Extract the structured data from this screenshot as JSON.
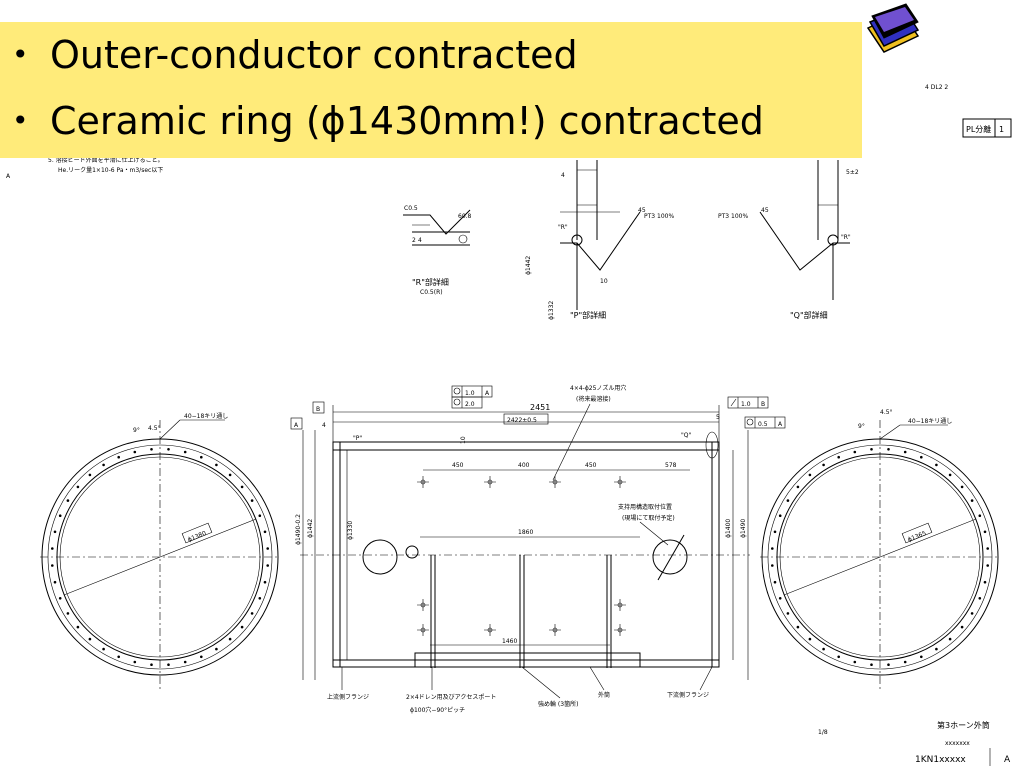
{
  "slide": {
    "bullets": [
      "Outer-conductor contracted",
      "Ceramic ring (ϕ1430mm!) contracted"
    ]
  },
  "drawing": {
    "header_right": "4 DL2     2",
    "pl_label": "PL分離",
    "pl_value": "1",
    "title_block": {
      "title": "第3ホーン外筒",
      "subtitle": "xxxxxxx",
      "number": "1KN1xxxxx",
      "sheet": "A",
      "scale": "1/8"
    },
    "left_notes": [
      "5. 溶接ビード外面を平滑に仕上げること。",
      "He.リーク量1×10-6 Pa・m3/sec以下"
    ],
    "details": {
      "R": "\"R\"部詳細",
      "P": "\"P\"部詳細",
      "Q": "\"Q\"部詳細",
      "pt3": "PT3 100%",
      "dims": [
        "C0.5",
        "60.8",
        "4",
        "5±2",
        "10",
        "ϕ1442",
        "ϕ1332",
        "\"R\""
      ]
    },
    "flange_left": {
      "dia": "ϕ1380",
      "note": "40−18キリ通し",
      "angles": [
        "9°",
        "4.5°"
      ],
      "label": "上流側フランジ"
    },
    "flange_right": {
      "dia": "ϕ1365",
      "note": "40−18キリ通し",
      "angles": [
        "4.5°",
        "9°"
      ],
      "label": "下流側フランジ"
    },
    "cylinder": {
      "len_total": "2451",
      "len_inner": "2422±0.5",
      "pitches": [
        "450",
        "400",
        "450",
        "578"
      ],
      "mid": "1860",
      "bottom": "1460",
      "top_gap": "10",
      "nozzle": "4×4-ϕ25ノズル用穴",
      "nozzle_sub": "(将来最溶接)",
      "support": "支持用構造取付位置",
      "support_sub": "(現場にて取付予定)",
      "dim_left": [
        "ϕ1490-0.2",
        "ϕ1442",
        "ϕ1330"
      ],
      "dim_right": [
        "ϕ1400",
        "ϕ1490"
      ],
      "refP": "\"P\"",
      "refQ": "\"Q\"",
      "tol_left": [
        "1.0",
        "A",
        "2.0"
      ],
      "tol_right": [
        "1.0",
        "B"
      ],
      "runout": [
        "0.5",
        "A"
      ],
      "datum_a": "A",
      "datum_b": "B",
      "left_gap": "4",
      "right_gap": "5",
      "access": "2×4ドレン用及びアクセスポート",
      "access_sub": "ϕ100穴−90°ピッチ",
      "rib": "強め輪 (3箇所)",
      "shell": "外筒"
    }
  }
}
